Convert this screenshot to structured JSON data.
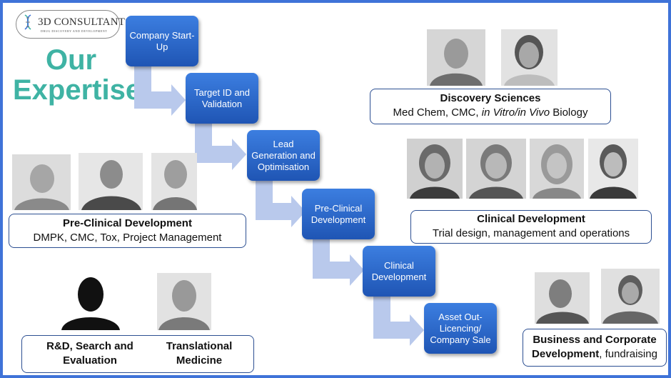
{
  "logo": {
    "name": "3D CONSULTANTS",
    "subtitle": "DRUG DISCOVERY AND DEVELOPMENT"
  },
  "heading": {
    "line1": "Our",
    "line2": "Expertise"
  },
  "steps": [
    "Company Start-Up",
    "Target ID and Validation",
    "Lead Generation and Optimisation",
    "Pre-Clinical Development",
    "Clinical Development",
    "Asset Out-Licencing/ Company Sale"
  ],
  "discovery": {
    "title": "Discovery Sciences",
    "desc_prefix": "Med Chem, CMC, ",
    "desc_italic": "in Vitro/in Vivo",
    "desc_suffix": " Biology"
  },
  "preclinical": {
    "title": "Pre-Clinical Development",
    "desc": "DMPK, CMC, Tox, Project Management"
  },
  "clinical": {
    "title": "Clinical Development",
    "desc": "Trial design, management and operations"
  },
  "rd": {
    "title_a": "R&D, Search and",
    "title_b": "Evaluation"
  },
  "translational": {
    "title_a": "Translational",
    "title_b": "Medicine"
  },
  "business": {
    "title_a": "Business and Corporate",
    "title_b": "Development",
    "suffix": ", fundraising"
  },
  "colors": {
    "border": "#3f73d8",
    "heading": "#3fb3a4",
    "step": "#2a64c8",
    "arrow": "#b8c8ec"
  }
}
